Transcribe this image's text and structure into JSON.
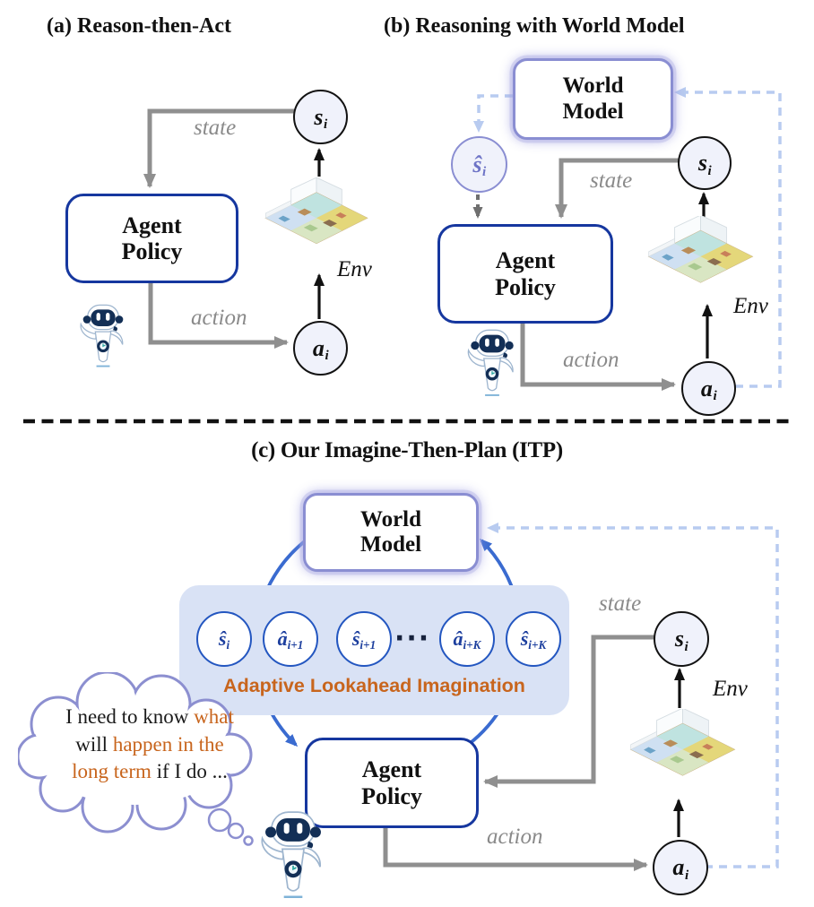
{
  "colors": {
    "agent_box_border": "#16379f",
    "world_box_border": "#8a8ed2",
    "imagination_bg": "#d9e2f5",
    "imagination_circle_border": "#2356c0",
    "orange_accent": "#c8651d",
    "gray_arrow": "#8f8f8f",
    "light_blue_dash": "#b8cbf0",
    "blue_arc": "#3a6bd0",
    "cloud_outline": "#8c8fd0",
    "node_fill": "#f0f2fb"
  },
  "panel_a": {
    "title": "(a) Reason-then-Act",
    "agent_policy": {
      "line1": "Agent",
      "line2": "Policy"
    },
    "labels": {
      "state": "state",
      "action": "action",
      "env": "Env"
    },
    "nodes": {
      "state": {
        "main": "s",
        "sub": "i"
      },
      "action": {
        "main": "a",
        "sub": "i"
      }
    }
  },
  "panel_b": {
    "title": "(b) Reasoning with World Model",
    "world_model": {
      "line1": "World",
      "line2": "Model"
    },
    "agent_policy": {
      "line1": "Agent",
      "line2": "Policy"
    },
    "labels": {
      "state": "state",
      "action": "action",
      "env": "Env"
    },
    "nodes": {
      "imagined_state": {
        "main": "ŝ",
        "sub": "i"
      },
      "state": {
        "main": "s",
        "sub": "i"
      },
      "action": {
        "main": "a",
        "sub": "i"
      }
    }
  },
  "panel_c": {
    "title": "(c) Our Imagine-Then-Plan (ITP)",
    "world_model": {
      "line1": "World",
      "line2": "Model"
    },
    "agent_policy": {
      "line1": "Agent",
      "line2": "Policy"
    },
    "labels": {
      "state": "state",
      "action": "action",
      "env": "Env"
    },
    "nodes": {
      "state": {
        "main": "s",
        "sub": "i"
      },
      "action": {
        "main": "a",
        "sub": "i"
      }
    },
    "imagination": {
      "label": "Adaptive Lookahead Imagination",
      "ellipsis": "···",
      "items": [
        {
          "main": "ŝ",
          "sub": "i"
        },
        {
          "main": "â",
          "sub": "i+1"
        },
        {
          "main": "ŝ",
          "sub": "i+1"
        },
        {
          "main": "â",
          "sub": "i+K"
        },
        {
          "main": "ŝ",
          "sub": "i+K"
        }
      ]
    },
    "thought": {
      "line1_black": "I need to know ",
      "line1_orange": "what",
      "line2_black": "will ",
      "line2_orange": "happen in the",
      "line3_orange": "long term",
      "line3_black": " if I do ..."
    }
  }
}
